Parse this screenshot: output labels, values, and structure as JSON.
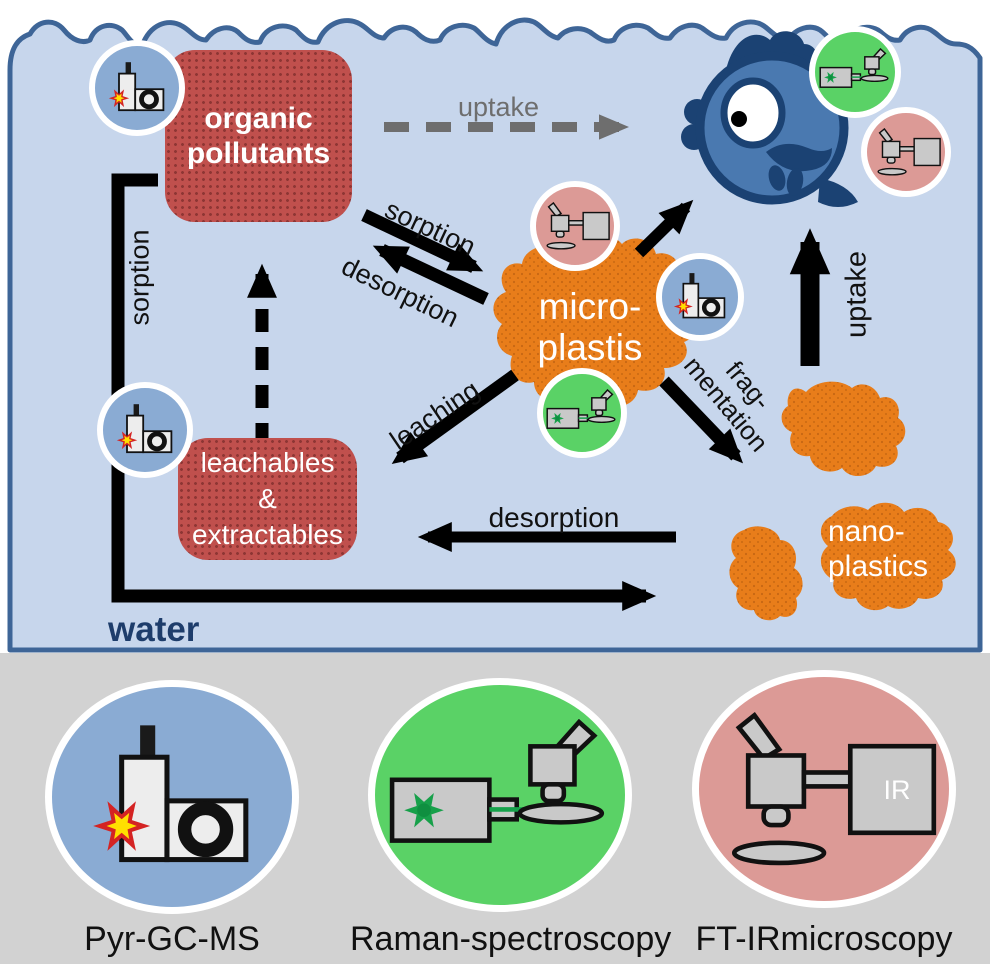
{
  "scene": {
    "water_label": "water",
    "nodes": {
      "organic_pollutants": {
        "line1": "organic",
        "line2": "pollutants"
      },
      "leachables": {
        "line1": "leachables",
        "line2": "&",
        "line3": "extractables"
      },
      "microplastics": {
        "line1": "micro-",
        "line2": "plastis"
      },
      "nanoplastics": {
        "line1": "nano-",
        "line2": "plastics"
      }
    },
    "arrow_labels": {
      "uptake_dashed": "uptake",
      "sorption_diagonal": "sorption",
      "desorption_diagonal": "desorption",
      "sorption_vertical": "sorption",
      "leaching": "leaching",
      "desorption_horizontal": "desorption",
      "fragmentation_line1": "frag-",
      "fragmentation_line2": "mentation",
      "uptake_vertical": "uptake"
    }
  },
  "legend": {
    "items": [
      {
        "label": "Pyr-GC-MS",
        "icon": "pyr-gc-ms-icon",
        "color": "#8aabd3"
      },
      {
        "label": "Raman-spectroscopy",
        "icon": "raman-icon",
        "color": "#5ad266"
      },
      {
        "label": "FT-IRmicroscopy",
        "icon": "ft-ir-icon",
        "color": "#dc9a96",
        "ir_label": "IR"
      }
    ]
  },
  "colors": {
    "water_fill": "#c7d6ec",
    "water_border": "#3e6597",
    "plastic_orange": "#e87d1a",
    "box_red": "#c0504d",
    "fish_blue": "#4a79b0",
    "fish_outline": "#1b4273",
    "chip_blue": "#8aabd3",
    "chip_green": "#5ad266",
    "chip_pink": "#dc9a96",
    "legend_background": "#d2d2d2",
    "arrow_black": "#000000",
    "arrow_gray": "#6e6e6e",
    "water_label_color": "#1e3d6b"
  }
}
